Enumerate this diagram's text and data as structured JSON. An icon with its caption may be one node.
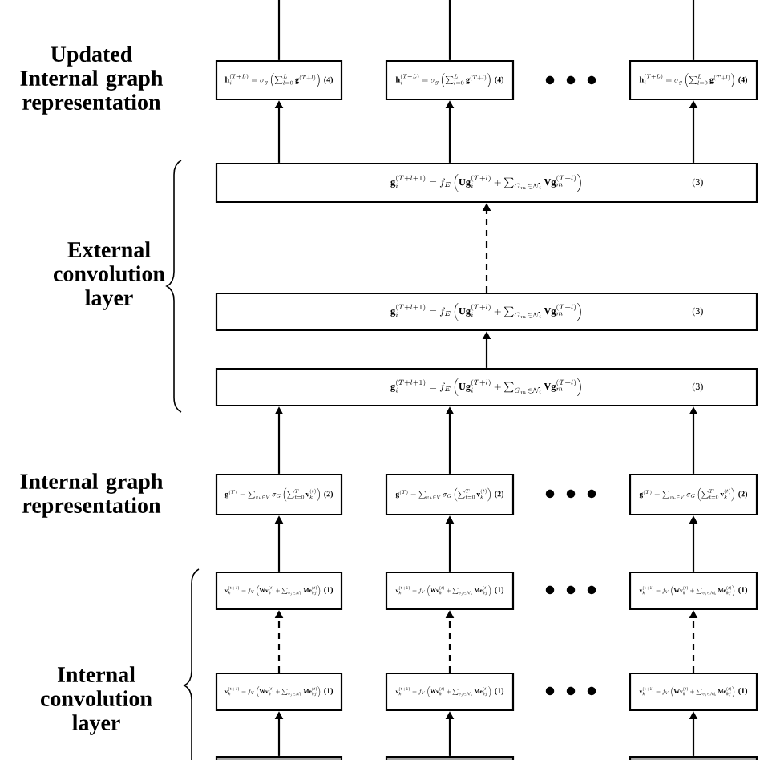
{
  "diagram": {
    "nodes": [
      {
        "text": [
          "\\mathbf{h}_i^{(T+L)}=\\sigma_g\\left(\\sum_{l=0}^{L}\\mathbf{g}^{(T+l)}\\right)",
          "(4)"
        ]
      },
      {
        "text": [
          "\\mathbf{h}_i^{(T+L)}=\\sigma_g\\left(\\sum_{l=0}^{L}\\mathbf{g}^{(T+l)}\\right)",
          "(4)"
        ]
      },
      {
        "text": [
          "\\mathbf{h}_i^{(T+L)}=\\sigma_g\\left(\\sum_{l=0}^{L}\\mathbf{g}^{(T+l)}\\right)",
          "(4)"
        ]
      },
      {
        "text": [
          "\\mathbf{g}_i^{(T+l+1)}=f_E\\left(\\mathbf{U}\\mathbf{g}_i^{(T+l)}+\\sum_{G_m\\in\\mathcal{N}_i}\\mathbf{V}\\mathbf{g}_m^{(T+l)}\\right)",
          "(3)"
        ]
      },
      {
        "text": [
          "\\mathbf{g}_i^{(T+l+1)}=f_E\\left(\\mathbf{U}\\mathbf{g}_i^{(T+l)}+\\sum_{G_m\\in\\mathcal{N}_i}\\mathbf{V}\\mathbf{g}_m^{(T+l)}\\right)",
          "(3)"
        ]
      },
      {
        "text": [
          "\\mathbf{g}_i^{(T+l+1)}=f_E\\left(\\mathbf{U}\\mathbf{g}_i^{(T+l)}+\\sum_{G_m\\in\\mathcal{N}_i}\\mathbf{V}\\mathbf{g}_m^{(T+l)}\\right)",
          "(3)"
        ]
      },
      {
        "text": [
          "\\mathbf{g}^{(T)}=\\sum_{v_k\\in V}\\sigma_G\\left(\\sum_{t=0}^{T}\\mathbf{v}_k^{(t)}\\right)",
          "(2)"
        ]
      },
      {
        "text": [
          "\\mathbf{g}^{(T)}=\\sum_{v_k\\in V}\\sigma_G\\left(\\sum_{t=0}^{T}\\mathbf{v}_k^{(t)}\\right)",
          "(2)"
        ]
      },
      {
        "text": [
          "\\mathbf{g}^{(T)}=\\sum_{v_k\\in V}\\sigma_G\\left(\\sum_{t=0}^{T}\\mathbf{v}_k^{(t)}\\right)",
          "(2)"
        ]
      },
      {
        "text": [
          "\\mathbf{v}_k^{(t+1)}=f_V\\left(\\mathbf{W}\\mathbf{v}_k^{(t)}+\\sum_{v_j\\in\\mathcal{N}_k}\\mathbf{M}\\mathbf{e}_{kj}^{(t)}\\right)",
          "(1)"
        ]
      },
      {
        "text": [
          "\\mathbf{v}_k^{(t+1)}=f_V\\left(\\mathbf{W}\\mathbf{v}_k^{(t)}+\\sum_{v_j\\in\\mathcal{N}_k}\\mathbf{M}\\mathbf{e}_{kj}^{(t)}\\right)",
          "(1)"
        ]
      },
      {
        "text": [
          "\\mathbf{v}_k^{(t+1)}=f_V\\left(\\mathbf{W}\\mathbf{v}_k^{(t)}+\\sum_{v_j\\in\\mathcal{N}_k}\\mathbf{M}\\mathbf{e}_{kj}^{(t)}\\right)",
          "(1)"
        ]
      },
      {
        "text": [
          "\\mathbf{v}_k^{(t+1)}=f_V\\left(\\mathbf{W}\\mathbf{v}_k^{(t)}+\\sum_{v_j\\in\\mathcal{N}_k}\\mathbf{M}\\mathbf{e}_{kj}^{(t)}\\right)",
          "(1)"
        ]
      },
      {
        "text": [
          "\\mathbf{v}_k^{(t+1)}=f_V\\left(\\mathbf{W}\\mathbf{v}_k^{(t)}+\\sum_{v_j\\in\\mathcal{N}_k}\\mathbf{M}\\mathbf{e}_{kj}^{(t)}\\right)",
          "(1)"
        ]
      },
      {
        "text": [
          "\\mathbf{v}_k^{(t+1)}=f_V\\left(\\mathbf{W}\\mathbf{v}_k^{(t)}+\\sum_{v_j\\in\\mathcal{N}_k}\\mathbf{M}\\mathbf{e}_{kj}^{(t)}\\right)",
          "(1)"
        ]
      },
      {
        "text": [],
        "shape": "box"
      },
      {
        "text": [],
        "shape": "box"
      },
      {
        "text": [],
        "shape": "box"
      }
    ],
    "edges": [
      {
        "from": 0,
        "to": null,
        "arrow": "none"
      },
      {
        "from": 1,
        "to": null,
        "arrow": "none"
      },
      {
        "from": 2,
        "to": null,
        "arrow": "none"
      },
      {
        "from": 3,
        "to": 0,
        "arrow": "to"
      },
      {
        "from": 3,
        "to": 1,
        "arrow": "to"
      },
      {
        "from": 3,
        "to": 2,
        "arrow": "to"
      },
      {
        "from": 4,
        "to": 3,
        "arrow": "to",
        "style": "dashed"
      },
      {
        "from": 5,
        "to": 4,
        "arrow": "to"
      },
      {
        "from": 6,
        "to": 5,
        "arrow": "to"
      },
      {
        "from": 7,
        "to": 5,
        "arrow": "to"
      },
      {
        "from": 8,
        "to": 5,
        "arrow": "to"
      },
      {
        "from": 9,
        "to": 6,
        "arrow": "to"
      },
      {
        "from": 10,
        "to": 7,
        "arrow": "to"
      },
      {
        "from": 11,
        "to": 8,
        "arrow": "to"
      },
      {
        "from": 12,
        "to": 9,
        "arrow": "to",
        "style": "dashed"
      },
      {
        "from": 13,
        "to": 10,
        "arrow": "to",
        "style": "dashed"
      },
      {
        "from": 14,
        "to": 11,
        "arrow": "to",
        "style": "dashed"
      },
      {
        "from": 15,
        "to": 12,
        "arrow": "to"
      },
      {
        "from": 16,
        "to": 13,
        "arrow": "to"
      },
      {
        "from": 17,
        "to": 14,
        "arrow": "to"
      }
    ],
    "labels": [
      "Updated Internal graph representation",
      "External convolution layer",
      "Internal graph representation",
      "Internal convolution layer"
    ]
  }
}
